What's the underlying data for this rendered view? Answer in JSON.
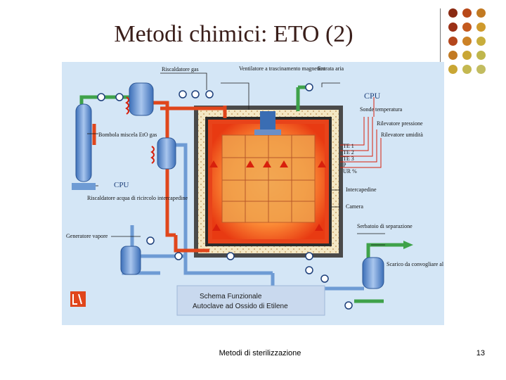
{
  "slide": {
    "title": "Metodi chimici: ETO (2)",
    "footer_text": "Metodi di sterilizzazione",
    "page_number": "13"
  },
  "decor": {
    "dot_colors": [
      [
        "#8a2a12",
        "#b84818",
        "#c27a22"
      ],
      [
        "#9b3016",
        "#c45a1e",
        "#cf9a2c"
      ],
      [
        "#b4461c",
        "#cc8226",
        "#c8ad3c"
      ],
      [
        "#c27a22",
        "#c9a634",
        "#bfb64c"
      ],
      [
        "#c9a634",
        "#c4b850",
        "#c2bc60"
      ]
    ]
  },
  "diagram": {
    "labels": {
      "riscaldatore_gas": "Riscaldatore gas",
      "ventilatore": "Ventilatore a trascinamento magnetico",
      "entrata_aria": "Entrata aria",
      "cpu_top": "CPU",
      "sonde_temperatura": "Sonde temperatura",
      "rilevatore_pressione": "Rilevatore pressione",
      "rilevatore_umidita": "Rilevatore umidità",
      "bombola": "Bombola miscela EtO gas",
      "cpu_left": "CPU",
      "riscaldatore_acqua": "Riscaldatore acqua di ricircolo intercapedine",
      "te1": "TE 1",
      "te2": "TE 2",
      "te3": "TE 3",
      "p": "P",
      "ur": "UR %",
      "intercapedine": "Intercapedine",
      "camera": "Camera",
      "serbatoio": "Serbatoio di separazione",
      "generatore": "Generatore vapore",
      "scarico": "Scarico da convogliare al sistema di neutralizzazione",
      "schema_title": "Schema Funzionale",
      "schema_subtitle": "Autoclave ad Ossido di Etilene"
    }
  }
}
